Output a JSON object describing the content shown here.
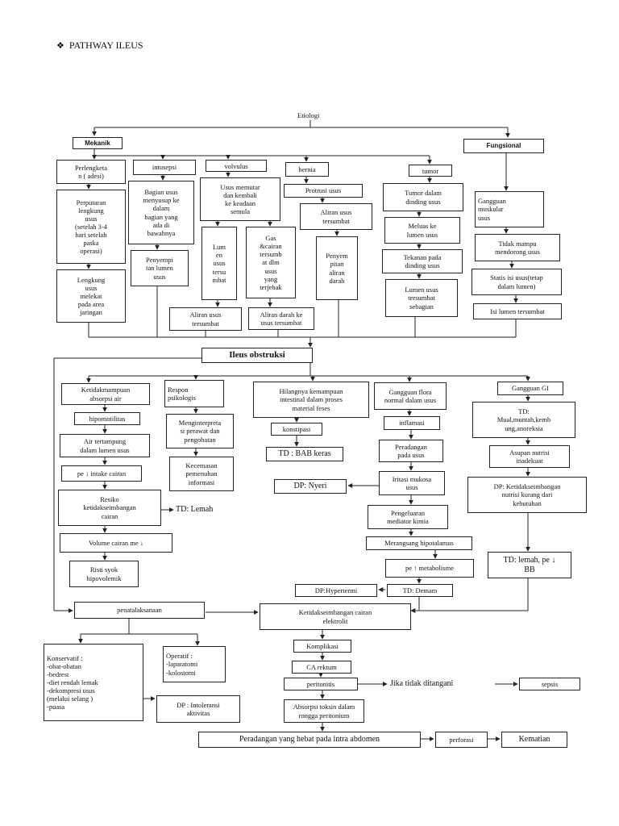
{
  "page_title": "PATHWAY ILEUS",
  "nodes": {
    "etiologi": "Etiologi",
    "mekanik": "Mekanik",
    "fungsional": "Fungsional",
    "perlengketan": "Perlengketa\nn ( adesi)",
    "perputaran": "Perputaran\nlengkung\nusus\n(setelah 3-4\nhari setelah\npaska\noperasi)",
    "lengkung": "Lengkung\nusus\nmelekat\npada    area\njaringan",
    "intusepsi": "intusepsi",
    "bagian_usus": "Bagian usus\nmenyusup ke\ndalam\nbagian yang\nada di\nbawahnya",
    "penyempitan_lumen": "Penyempi\ntan lumen\nusus",
    "volvulus": "volvulus",
    "usus_memutar": "Usus memutar\ndan kembali\nke keadaan\nsemula",
    "lumen_tersumbat": "Lum\nen\nusus\ntersu\nmbat",
    "gas_cairan": "Gas\n&cairan\ntersumb\nat dlm\nusus\nyang\nterjebak",
    "aliran_usus_tersumbat_2": "Aliran usus\ntersumbat",
    "aliran_darah_ke_usus": "Aliran darah ke\nusus tersumbat",
    "hernia": "hernia",
    "protrusi": "Protrusi usus",
    "aliran_usus_tersumbat": "Aliran usus\ntersumbat",
    "penyempitan_aliran_darah": "Penyem\npitan\naliran\ndarah",
    "tumor": "tumor",
    "tumor_dalam": "Tumor dalam\ndinding usus",
    "meluas": "Meluas ke\nlumen usus",
    "tekanan": "Tekanan pada\ndinding usus",
    "lumen_sebagian": "Lumen usus\ntersumbat\nsebagian",
    "gangguan_muskular": "Gangguan\nmuskular\nusus",
    "tidak_mampu": "Tidak mampu\nmendorong usus",
    "statis": "Statis isi usus(tetap\ndalam lumen)",
    "isi_lumen": "Isi lumen tersumbat",
    "ileus_obstruksi": "Ileus obstruksi",
    "ketidakmampuan": "Ketidakmampuan\nabsorpsi air",
    "hipomotilitas": "hipomotilitas",
    "air_tertampung": "Air tertampung\ndalam lumen usus",
    "intake": "pe ↓ intake cairan",
    "resiko": "Resiko\nketidakseimbangan\ncairan",
    "td_lemah": "TD: Lemah",
    "volume": "Volume cairan me ↓",
    "risti": "Risti syok\nhipovolemik",
    "respon": "Respon\npsikologis",
    "menginterpretasi": "Menginterpreta\nsi perawat dan\npengobatan",
    "kecemasan": "Kecemasan\npemenuhan\ninformasi",
    "hilangnya": "Hilangnya kemampuan\nintestinal dalam proses\nmaterial feses",
    "konstipasi": "konstipasi",
    "td_bab": "TD : BAB keras",
    "gangguan_flora": "Gangguan flora\nnormal dalam usus",
    "inflamasi": "inflamasi",
    "peradangan_usus": "Peradangan\npada usus",
    "dp_nyeri": "DP: Nyeri",
    "iritasi": "Iritasi mukosa\nusus",
    "pengeluaran": "Pengeluaran\nmediator kimia",
    "merangsang": "Merangsang hipotalamus",
    "metabolisme": "pe ↑ metabolisme",
    "dp_hipertermi": "DP:Hypertermi",
    "td_demam": "TD: Demam",
    "gangguan_gi": "Gangguan GI",
    "td_mual": "TD:\nMual,muntah,kemb\nung,anoreksia",
    "asupan": "Asupan nutrisi\ninadekuat",
    "dp_nutrisi": "DP: Ketidakseimbangan\nnutrisi kurang dari\nkebutuhan",
    "td_lemah_bb": "TD: lemah, pe ↓\nBB",
    "penatalaksanaan": "penatalaksanaan",
    "ketidakseimbangan_elektrolit": "Ketidakseimbangan cairan\nelektrolit",
    "konservatif": "Konservatif :\n-obat-obatan\n-bedrest\n-diet rendah lemak\n-dekompresi usus\n(melalui selang )\n-puasa",
    "operatif": "Operatif :\n-laparatomi\n-kolostomi",
    "dp_intoleransi": "DP : Intoleransi\naktivitas",
    "komplikasi": "Komplikasi",
    "ca_rektum": "CA rektum",
    "peritonitis": "peritonitis",
    "jika_tidak": "Jika tidak ditangani",
    "sepsis": "sepsis",
    "absorpsi_toksin": "Absorpsi toksin dalam\nrongga peritonium",
    "peradangan_hebat": "Peradangan yang hebat pada intra abdomen",
    "perforasi": "perforasi",
    "kematian": "Kematian"
  }
}
